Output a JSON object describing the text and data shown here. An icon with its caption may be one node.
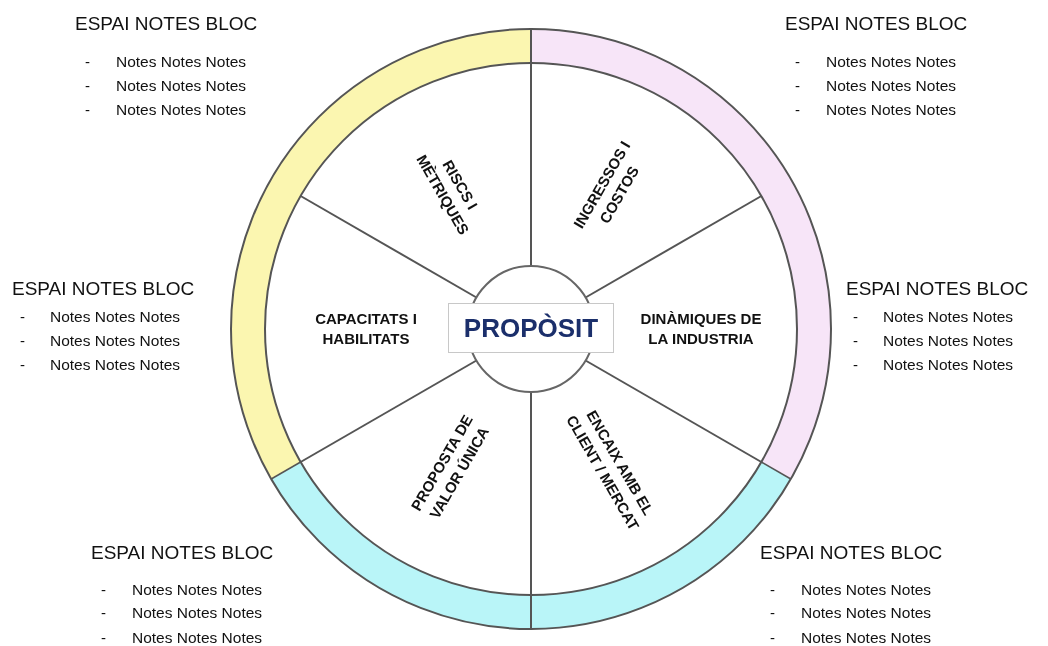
{
  "diagram": {
    "nodes": [
      {
        "text": [
          "RISCS I MÈTRIQUES"
        ]
      },
      {
        "text": [
          "INGRESSOS I COSTOS"
        ]
      },
      {
        "text": [
          "CAPACITATS I HABILITATS"
        ]
      },
      {
        "text": [
          "PROPÒSIT"
        ]
      },
      {
        "text": [
          "DINÀMIQUES DE LA INDUSTRIA"
        ]
      },
      {
        "text": [
          "PROPOSTA DE VALOR ÚNICA"
        ]
      },
      {
        "text": [
          "ENCAIX AMB EL CLIENT / MERCAT"
        ]
      }
    ],
    "edges": [],
    "labels": [
      "ESPAI NOTES BLOC",
      "-",
      "Notes Notes Notes",
      "-",
      "Notes Notes Notes",
      "-",
      "Notes Notes Notes",
      "ESPAI NOTES BLOC",
      "-",
      "Notes Notes Notes",
      "-",
      "Notes Notes Notes",
      "-",
      "Notes Notes Notes",
      "ESPAI NOTES BLOC",
      "-",
      "Notes Notes Notes",
      "-",
      "Notes Notes Notes",
      "-",
      "Notes Notes Notes",
      "ESPAI NOTES BLOC",
      "-",
      "Notes Notes Notes",
      "-",
      "Notes Notes Notes",
      "-",
      "Notes Notes Notes",
      "ESPAI NOTES BLOC",
      "-",
      "Notes Notes Notes",
      "-",
      "Notes Notes Notes",
      "-",
      "Notes Notes Notes",
      "ESPAI NOTES BLOC",
      "-",
      "Notes Notes Notes",
      "-",
      "Notes Notes Notes",
      "-",
      "Notes Notes Notes"
    ]
  }
}
